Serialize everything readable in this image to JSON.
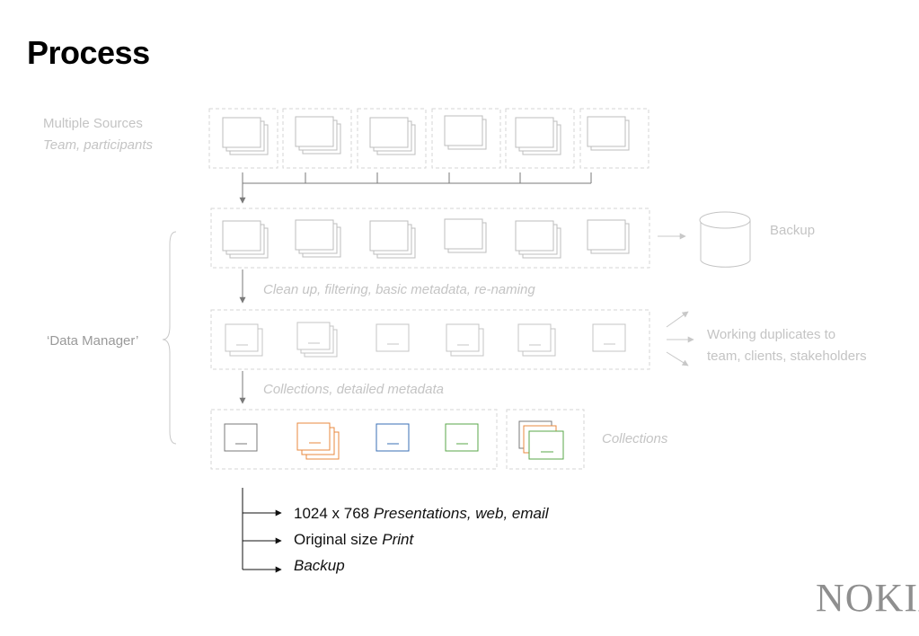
{
  "title": "Process",
  "sources": {
    "line1": "Multiple Sources",
    "line2": "Team, participants"
  },
  "backup_label": "Backup",
  "step1_label": "Clean up, filtering, basic metadata, re-naming",
  "data_manager_label": "‘Data Manager’",
  "duplicates": {
    "line1": "Working duplicates to",
    "line2": "team, clients, stakeholders"
  },
  "step2_label": "Collections, detailed metadata",
  "collections_label": "Collections",
  "outputs": [
    {
      "main": "1024 x 768",
      "detail": "Presentations, web, email"
    },
    {
      "main": "Original size",
      "detail": "Print"
    },
    {
      "main": "",
      "detail": "Backup"
    }
  ],
  "logo_text": "NOKIA",
  "colors": {
    "orange": "#e8893f",
    "blue": "#3a6fb5",
    "green": "#5aa74a",
    "gray": "#bdbdbd",
    "dark_gray": "#7a7a7a"
  }
}
